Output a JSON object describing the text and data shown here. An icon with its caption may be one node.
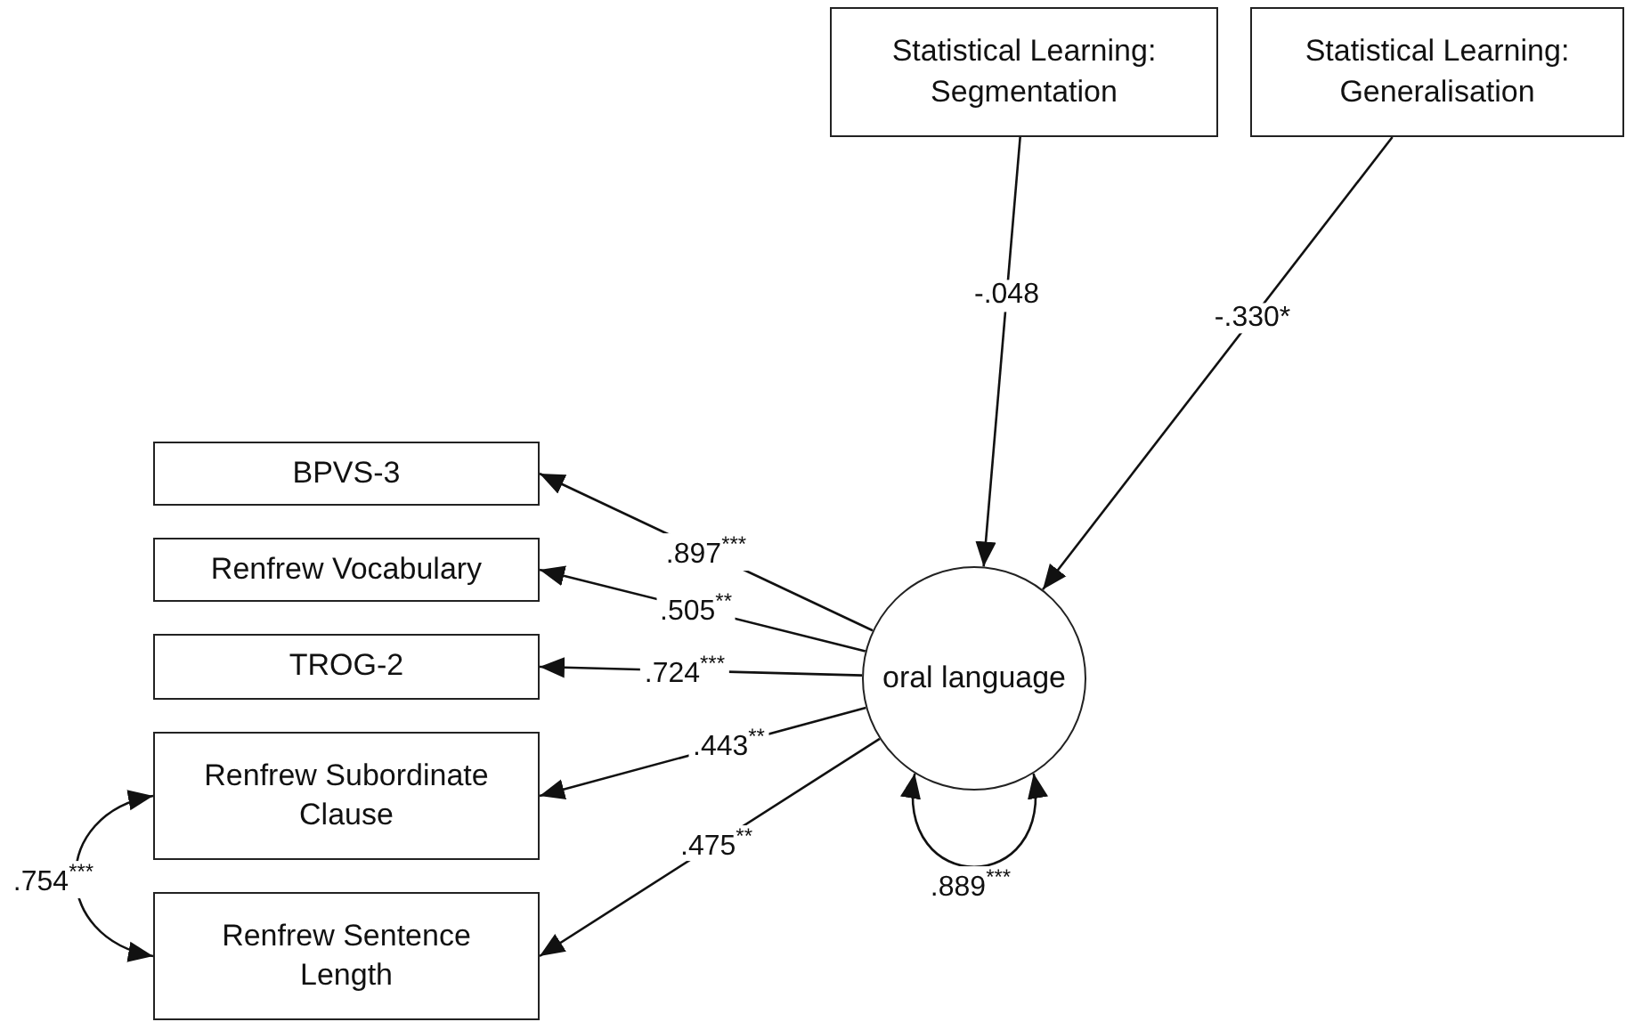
{
  "diagram": {
    "nodes": [
      {
        "text": [
          "Statistical Learning: Segmentation"
        ]
      },
      {
        "text": [
          "Statistical Learning: Generalisation"
        ]
      },
      {
        "text": [
          "BPVS-3"
        ]
      },
      {
        "text": [
          "Renfrew Vocabulary"
        ]
      },
      {
        "text": [
          "TROG-2"
        ]
      },
      {
        "text": [
          "Renfrew Subordinate Clause"
        ]
      },
      {
        "text": [
          "Renfrew Sentence Length"
        ]
      },
      {
        "text": [
          "oral language"
        ]
      }
    ],
    "edges": [
      {
        "from": 0,
        "to": 7,
        "arrow": "to",
        "label": "-.048"
      },
      {
        "from": 1,
        "to": 7,
        "arrow": "to",
        "label": "-.330*"
      },
      {
        "from": 7,
        "to": 2,
        "arrow": "to",
        "label": ".897$^{***}$"
      },
      {
        "from": 7,
        "to": 3,
        "arrow": "to",
        "label": ".505$^{**}$"
      },
      {
        "from": 7,
        "to": 4,
        "arrow": "to",
        "label": ".724$^{***}$"
      },
      {
        "from": 7,
        "to": 5,
        "arrow": "to",
        "label": ".443$^{**}$"
      },
      {
        "from": 7,
        "to": 6,
        "arrow": "to",
        "label": ".475$^{**}$"
      },
      {
        "from": 5,
        "to": 6,
        "arrow": "both",
        "label": ".754$^{***}$"
      },
      {
        "from": 7,
        "to": 7,
        "arrow": "both",
        "label": ".889$^{***}$"
      }
    ]
  }
}
